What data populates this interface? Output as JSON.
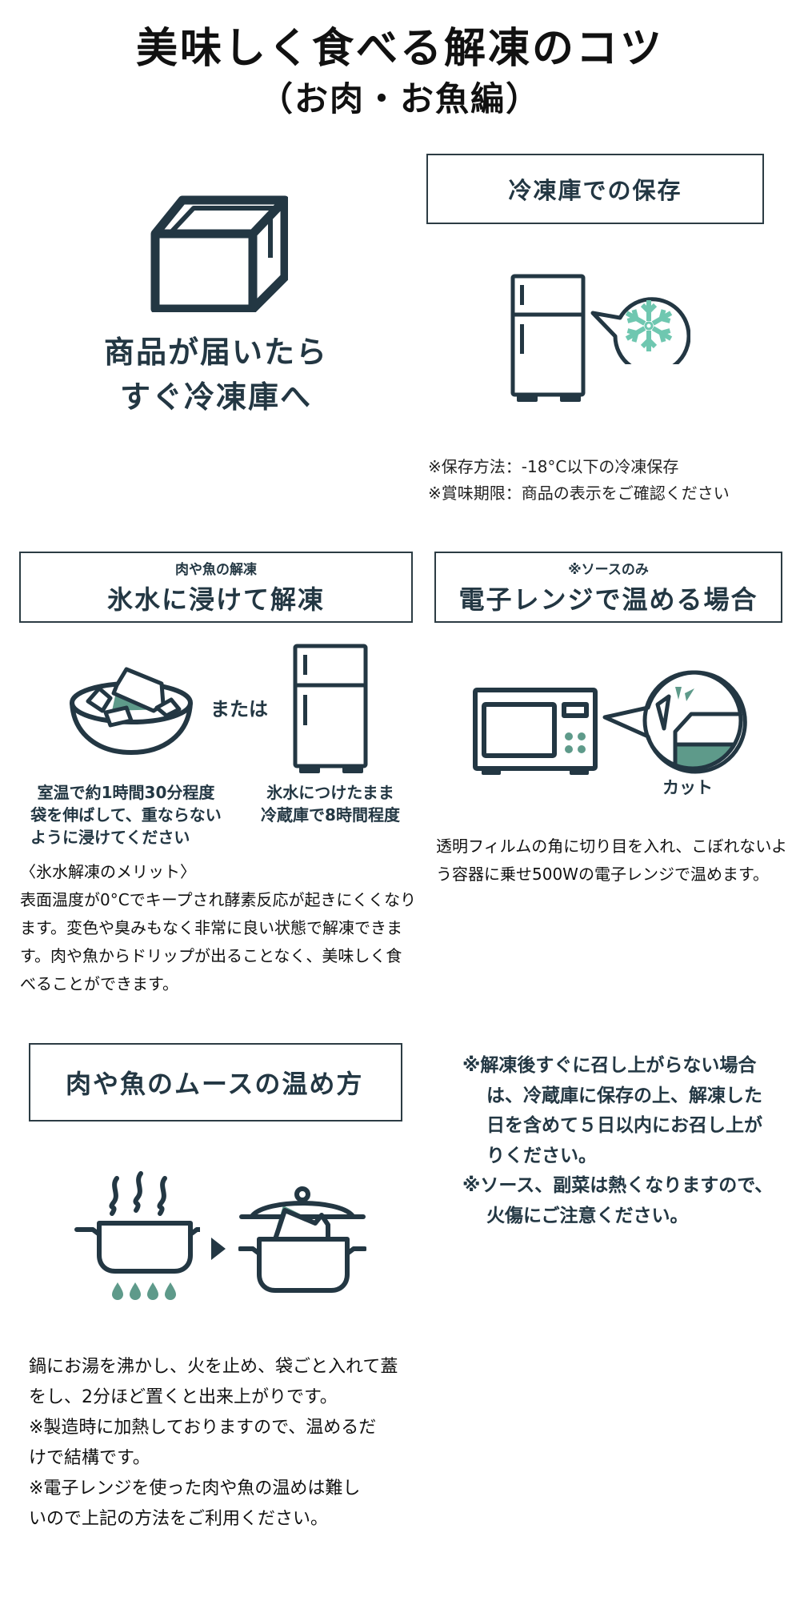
{
  "header": {
    "title": "美味しく食べる解凍のコツ",
    "subtitle": "（お肉・お魚編）"
  },
  "colors": {
    "ink": "#233743",
    "accent_green": "#5e9a8a",
    "snow_mint": "#6fc7b0"
  },
  "delivery": {
    "icon": "cardboard-box-icon",
    "lines": [
      "商品が届いたら",
      "すぐ冷凍庫へ"
    ]
  },
  "freezer_storage": {
    "heading": "冷凍庫での保存",
    "icons": [
      "refrigerator-icon",
      "snowflake-bubble-icon"
    ],
    "notes": [
      "※保存方法：-18°C以下の冷凍保存",
      "※賞味期限：商品の表示をご確認ください"
    ]
  },
  "ice_water_thaw": {
    "heading_sub": "肉や魚の解凍",
    "heading": "氷水に浸けて解凍",
    "or_label": "または",
    "icons": [
      "ice-bowl-icon",
      "refrigerator-icon"
    ],
    "left_caption": [
      "室温で約1時間30分程度",
      "袋を伸ばして、重ならない",
      "ように浸けてください"
    ],
    "right_caption": [
      "氷水につけたまま",
      "冷蔵庫で8時間程度"
    ],
    "merit_title": "〈氷水解凍のメリット〉",
    "merit_text": "表面温度が0°Cでキープされ酵素反応が起きにくくなります。変色や臭みもなく非常に良い状態で解凍できます。肉や魚からドリップが出ることなく、美味しく食べることができます。"
  },
  "microwave": {
    "heading_sub": "※ソースのみ",
    "heading": "電子レンジで温める場合",
    "icons": [
      "microwave-icon",
      "cut-corner-bubble-icon"
    ],
    "cut_label": "カット",
    "instructions": "透明フィルムの角に切り目を入れ、こぼれないよう容器に乗せ500Wの電子レンジで温めます。"
  },
  "mousse_warming": {
    "heading": "肉や魚のムースの温め方",
    "icons": [
      "boiling-pot-icon",
      "arrow-right-icon",
      "lidded-pot-icon"
    ],
    "lines": [
      "鍋にお湯を沸かし、火を止め、袋ごと入れて蓋",
      "をし、2分ほど置くと出来上がりです。",
      "※製造時に加熱しておりますので、温めるだ",
      "けで結構です。",
      "※電子レンジを使った肉や魚の温めは難し",
      "いので上記の方法をご利用ください。"
    ]
  },
  "warnings": [
    "※解凍後すぐに召し上がらない場合は、冷蔵庫に保存の上、解凍した日を含めて５日以内にお召し上がりください。",
    "※ソース、副菜は熱くなりますので、火傷にご注意ください。"
  ]
}
